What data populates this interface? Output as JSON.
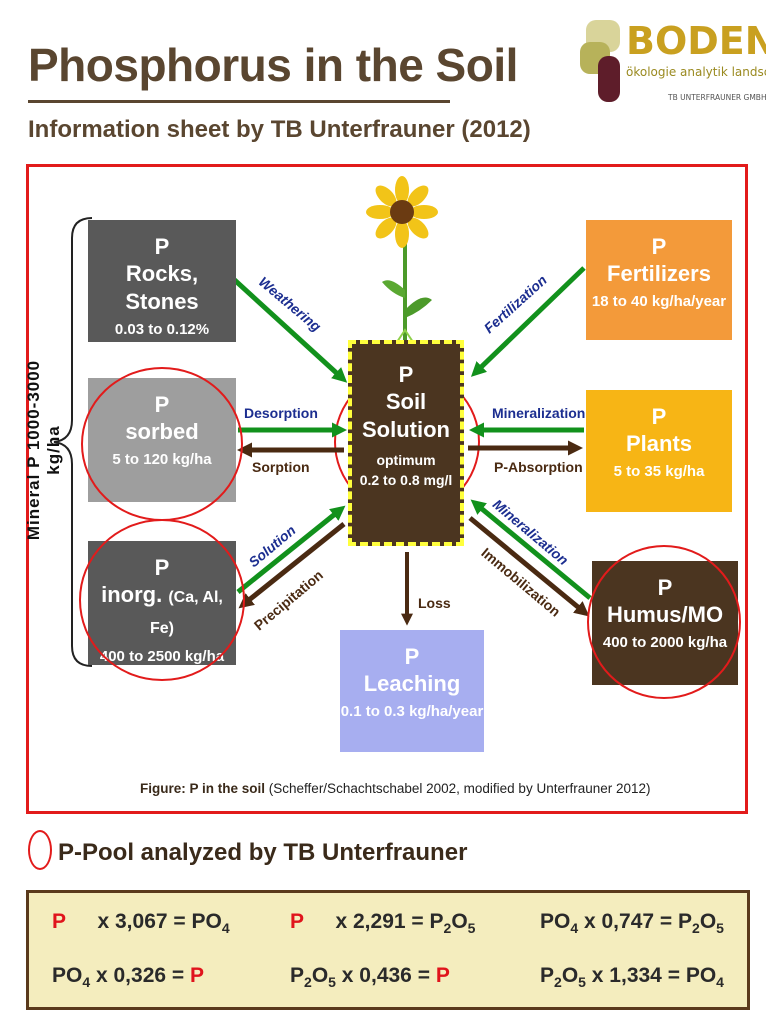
{
  "header": {
    "title": "Phosphorus in the Soil",
    "subtitle": "Information sheet by TB Unterfrauner (2012)"
  },
  "logo": {
    "brand": "BODEN",
    "tagline": "ökologie analytik landschaft",
    "company": "TB UNTERFRAUNER GMBH"
  },
  "diagram": {
    "side_label": "Mineral P 1000-3000 kg/ha",
    "boxes": {
      "rocks": {
        "p": "P",
        "name": "Rocks, Stones",
        "value": "0.03 to 0.12%"
      },
      "sorbed": {
        "p": "P",
        "name": "sorbed",
        "value": "5 to 120 kg/ha"
      },
      "inorg": {
        "p": "P",
        "name": "inorg.",
        "name_extra": "(Ca, Al, Fe)",
        "value": "400 to 2500 kg/ha"
      },
      "solution": {
        "p": "P",
        "name1": "Soil",
        "name2": "Solution",
        "value1": "optimum",
        "value2": "0.2 to 0.8 mg/l"
      },
      "fertilizers": {
        "p": "P",
        "name": "Fertilizers",
        "value": "18 to 40 kg/ha/year"
      },
      "plants": {
        "p": "P",
        "name": "Plants",
        "value": "5 to 35 kg/ha"
      },
      "humus": {
        "p": "P",
        "name": "Humus/MO",
        "value": "400 to 2000 kg/ha"
      },
      "leaching": {
        "p": "P",
        "name": "Leaching",
        "value": "0.1 to 0.3 kg/ha/year"
      }
    },
    "labels": {
      "weathering": "Weathering",
      "desorption": "Desorption",
      "sorption": "Sorption",
      "solution": "Solution",
      "precipitation": "Precipitation",
      "fertilization": "Fertilization",
      "mineralization_plants": "Mineralization",
      "p_absorption": "P-Absorption",
      "mineralization_humus": "Mineralization",
      "immobilization": "Immobilization",
      "loss": "Loss"
    },
    "caption_bold": "Figure: P in the soil",
    "caption_rest": "(Scheffer/Schachtschabel 2002, modified by Unterfrauner 2012)"
  },
  "legend": {
    "text": "P-Pool analyzed by TB Unterfrauner"
  },
  "formulas": {
    "f1": {
      "left": "P",
      "factor": "x 3,067 =",
      "right": "PO",
      "right_sub": "4"
    },
    "f2": {
      "left": "P",
      "factor": "x 2,291 =",
      "right": "P",
      "right_sub1": "2",
      "right_mid": "O",
      "right_sub2": "5"
    },
    "f3": {
      "left": "PO",
      "left_sub": "4",
      "factor": "x 0,747 =",
      "right": "P",
      "right_sub1": "2",
      "right_mid": "O",
      "right_sub2": "5"
    },
    "f4": {
      "left": "PO",
      "left_sub": "4",
      "factor": "x 0,326 =",
      "right": "P"
    },
    "f5": {
      "left": "P",
      "left_sub1": "2",
      "left_mid": "O",
      "left_sub2": "5",
      "factor": "x 0,436 =",
      "right": "P"
    },
    "f6": {
      "left": "P",
      "left_sub1": "2",
      "left_mid": "O",
      "left_sub2": "5",
      "factor": "x 1,334 =",
      "right": "PO",
      "right_sub": "4"
    }
  },
  "colors": {
    "brown_dark": "#4b3520",
    "gray_dark": "#595959",
    "gray_light": "#9e9e9e",
    "orange": "#f39a3a",
    "yellow": "#f7b515",
    "lilac": "#a7aef0",
    "green": "#12911c",
    "arrow_brown": "#4a2a12",
    "red": "#e21b1b"
  }
}
